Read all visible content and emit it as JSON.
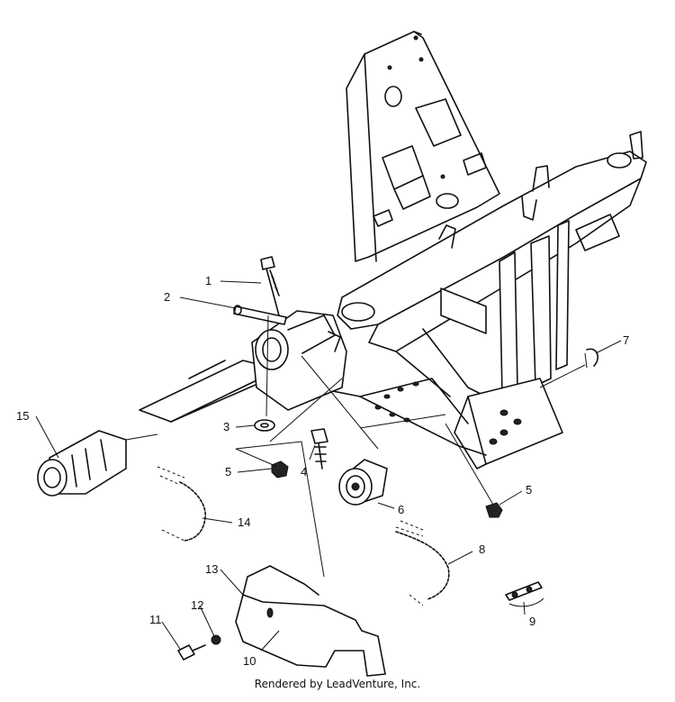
{
  "callouts": [
    {
      "num": "1"
    },
    {
      "num": "2"
    },
    {
      "num": "3"
    },
    {
      "num": "4"
    },
    {
      "num": "5"
    },
    {
      "num": "5"
    },
    {
      "num": "6"
    },
    {
      "num": "7"
    },
    {
      "num": "8"
    },
    {
      "num": "9"
    },
    {
      "num": "10"
    },
    {
      "num": "11"
    },
    {
      "num": "12"
    },
    {
      "num": "13"
    },
    {
      "num": "14"
    },
    {
      "num": "15"
    }
  ],
  "footer": "Rendered by LeadVenture, Inc.",
  "colors": {
    "ink": "#111111",
    "paper": "#ffffff"
  }
}
